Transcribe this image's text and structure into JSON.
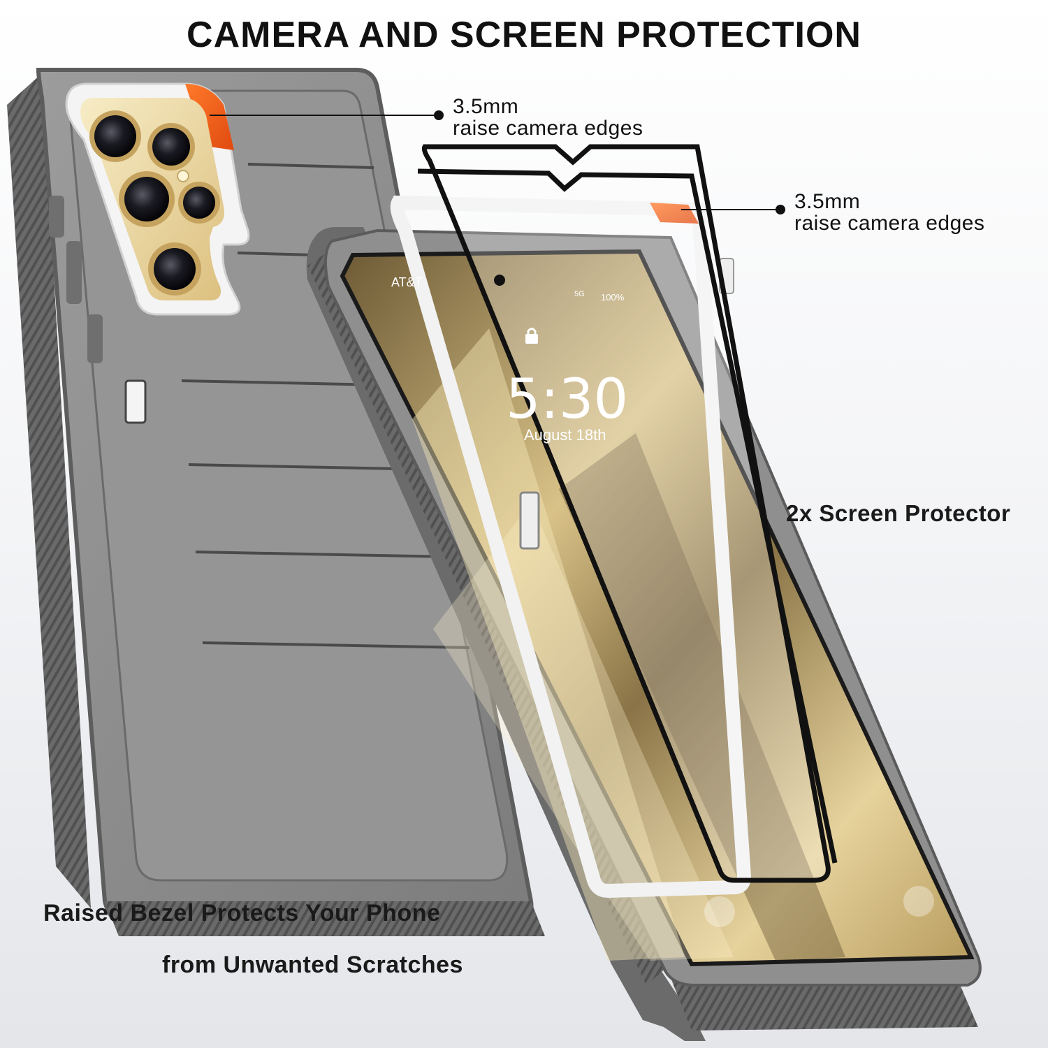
{
  "headline": "CAMERA AND SCREEN PROTECTION",
  "callout_camera_back": {
    "line1": "3.5mm",
    "line2": "raise camera edges"
  },
  "callout_camera_front": {
    "line1": "3.5mm",
    "line2": "raise camera edges"
  },
  "screen_protector_label": "2x Screen Protector",
  "bezel_line1": "Raised Bezel Protects Your Phone",
  "bezel_line2": "from Unwanted Scratches",
  "phone_screen": {
    "carrier": "AT&T",
    "battery": "100%",
    "network": "5G",
    "time": "5:30",
    "date": "August 18th"
  },
  "colors": {
    "background": "#ffffff",
    "case_gray": "#8e8e8e",
    "case_dark": "#5f5f5f",
    "accent_orange": "#f0621e",
    "lens_gold": "#efdcaa",
    "frame_white": "#f2f2f2"
  }
}
